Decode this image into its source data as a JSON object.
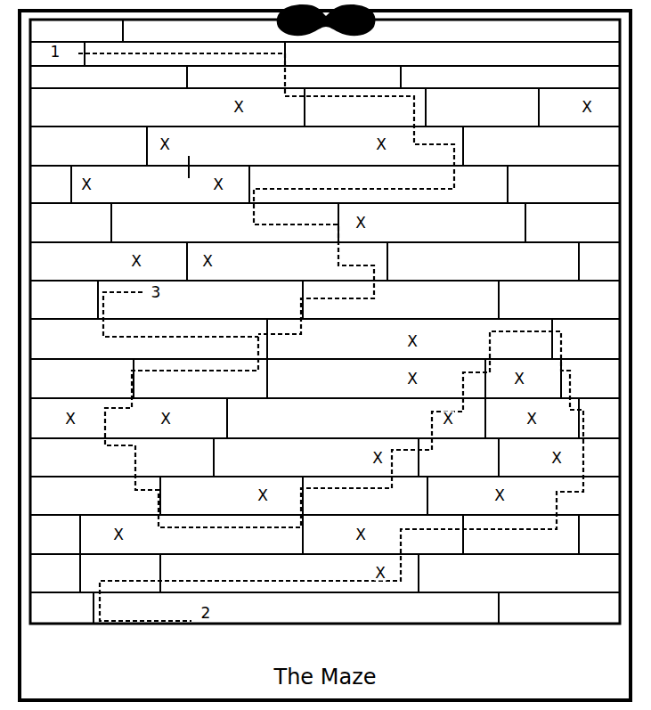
{
  "diagram": {
    "caption": "The Maze",
    "labels": [
      "1",
      "3",
      "2",
      "X",
      "X",
      "X",
      "X",
      "X",
      "X",
      "X",
      "X",
      "X",
      "X",
      "X",
      "X",
      "X",
      "X",
      "X",
      "X",
      "X",
      "X",
      "X",
      "X",
      "X",
      "X",
      "X"
    ]
  }
}
